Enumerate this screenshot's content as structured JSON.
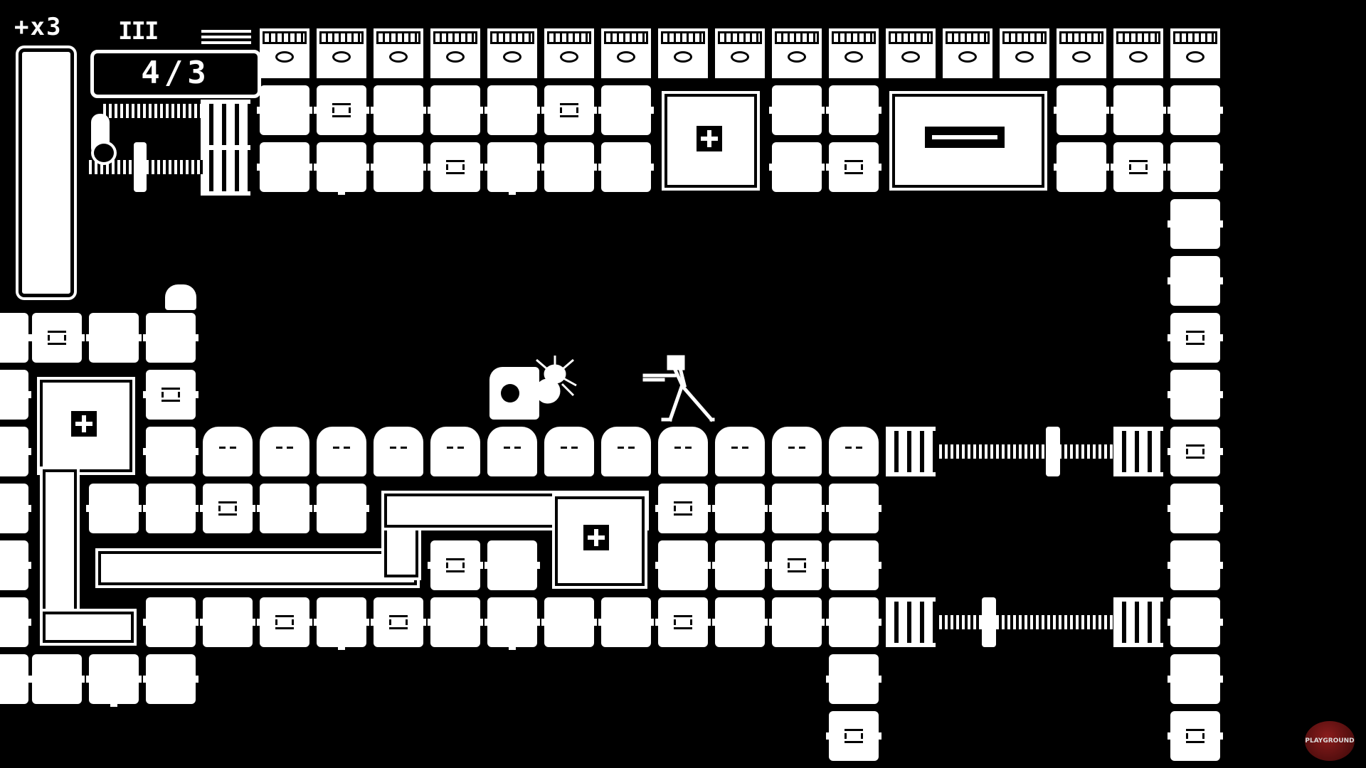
{
  "hud": {
    "ammo_text": "+x3",
    "energy_text": "III",
    "counter_text": "4/3"
  },
  "watermark": {
    "text": "PLAYGROUND"
  },
  "icons": [
    "player-gunner-icon",
    "enemy-spider-bot-icon",
    "turret-block-icon",
    "rivet-cross-icon"
  ],
  "colors": {
    "foreground": "#ffffff",
    "background": "#000000",
    "watermark": "#8a1c1c"
  }
}
